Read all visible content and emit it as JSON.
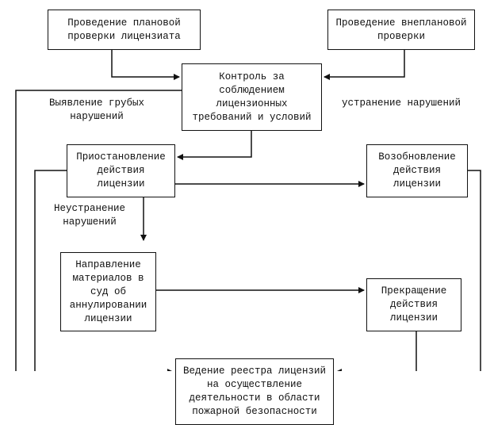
{
  "diagram": {
    "type": "flowchart",
    "nodes": {
      "planned_inspection": "Проведение плановой\nпроверки лицензиата",
      "unplanned_inspection": "Проведение внеплановой\nпроверки",
      "control": "Контроль за\nсоблюдением\nлицензионных\nтребований и условий",
      "suspension": "Приостановление\nдействия\nлицензии",
      "renewal": "Возобновление\nдействия\nлицензии",
      "court_referral": "Направление\nматериалов в\nсуд об\nаннулировании\nлицензии",
      "termination": "Прекращение\nдействия\nлицензии",
      "registry": "Ведение реестра лицензий\nна осуществление\nдеятельности в области\nпожарной безопасности"
    },
    "edge_labels": {
      "gross_violations": "Выявление грубых\nнарушений",
      "violations_fixed": "устранение нарушений",
      "violations_not_fixed": "Неустранение\nнарушений"
    },
    "edges": [
      {
        "from": "planned_inspection",
        "to": "control"
      },
      {
        "from": "unplanned_inspection",
        "to": "control"
      },
      {
        "from": "control",
        "to": "suspension"
      },
      {
        "from": "control",
        "to": "registry"
      },
      {
        "from": "suspension",
        "to": "renewal"
      },
      {
        "from": "suspension",
        "to": "court_referral"
      },
      {
        "from": "suspension",
        "to": "registry"
      },
      {
        "from": "court_referral",
        "to": "termination"
      },
      {
        "from": "renewal",
        "to": "registry"
      },
      {
        "from": "termination",
        "to": "registry"
      }
    ]
  }
}
